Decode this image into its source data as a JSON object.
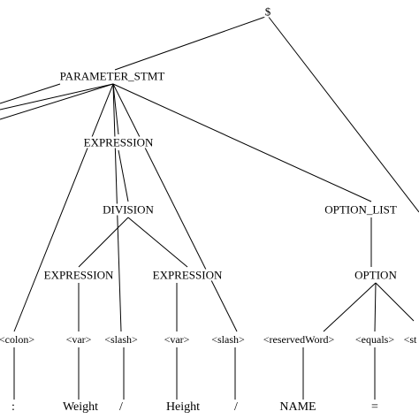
{
  "diagram": {
    "nodes": [
      {
        "id": "root",
        "label": "$",
        "kind": "root"
      },
      {
        "id": "param",
        "label": "PARAMETER_STMT",
        "kind": "nonterminal"
      },
      {
        "id": "expr1",
        "label": "EXPRESSION",
        "kind": "nonterminal"
      },
      {
        "id": "division",
        "label": "DIVISION",
        "kind": "nonterminal"
      },
      {
        "id": "expr2",
        "label": "EXPRESSION",
        "kind": "nonterminal"
      },
      {
        "id": "expr3",
        "label": "EXPRESSION",
        "kind": "nonterminal"
      },
      {
        "id": "optlist",
        "label": "OPTION_LIST",
        "kind": "nonterminal"
      },
      {
        "id": "option",
        "label": "OPTION",
        "kind": "nonterminal"
      },
      {
        "id": "tk_colon",
        "label": "<colon>",
        "kind": "token"
      },
      {
        "id": "tk_var1",
        "label": "<var>",
        "kind": "token"
      },
      {
        "id": "tk_slash1",
        "label": "<slash>",
        "kind": "token"
      },
      {
        "id": "tk_var2",
        "label": "<var>",
        "kind": "token"
      },
      {
        "id": "tk_slash2",
        "label": "<slash>",
        "kind": "token"
      },
      {
        "id": "tk_reserved",
        "label": "<reservedWord>",
        "kind": "token"
      },
      {
        "id": "tk_equals",
        "label": "<equals>",
        "kind": "token"
      },
      {
        "id": "tk_st",
        "label": "<st",
        "kind": "token"
      },
      {
        "id": "t_colon",
        "label": ":",
        "kind": "terminal"
      },
      {
        "id": "t_weight",
        "label": "Weight",
        "kind": "terminal"
      },
      {
        "id": "t_slash1",
        "label": "/",
        "kind": "terminal"
      },
      {
        "id": "t_height",
        "label": "Height",
        "kind": "terminal"
      },
      {
        "id": "t_slash2",
        "label": "/",
        "kind": "terminal"
      },
      {
        "id": "t_name",
        "label": "NAME",
        "kind": "terminal"
      },
      {
        "id": "t_equals",
        "label": "=",
        "kind": "terminal"
      }
    ],
    "edges": [
      {
        "from": "root",
        "to": "param"
      },
      {
        "from": "root",
        "to": "offscreen_right"
      },
      {
        "from": "param",
        "to": "offscreen_left_1"
      },
      {
        "from": "param",
        "to": "offscreen_left_2"
      },
      {
        "from": "param",
        "to": "offscreen_left_3"
      },
      {
        "from": "param",
        "to": "tk_colon"
      },
      {
        "from": "param",
        "to": "expr1"
      },
      {
        "from": "param",
        "to": "tk_slash1"
      },
      {
        "from": "param",
        "to": "tk_slash2"
      },
      {
        "from": "param",
        "to": "optlist"
      },
      {
        "from": "expr1",
        "to": "division"
      },
      {
        "from": "division",
        "to": "expr2"
      },
      {
        "from": "division",
        "to": "expr3"
      },
      {
        "from": "expr2",
        "to": "tk_var1"
      },
      {
        "from": "expr3",
        "to": "tk_var2"
      },
      {
        "from": "optlist",
        "to": "option"
      },
      {
        "from": "option",
        "to": "tk_reserved"
      },
      {
        "from": "option",
        "to": "tk_equals"
      },
      {
        "from": "option",
        "to": "tk_st"
      },
      {
        "from": "tk_colon",
        "to": "t_colon"
      },
      {
        "from": "tk_var1",
        "to": "t_weight"
      },
      {
        "from": "tk_slash1",
        "to": "t_slash1"
      },
      {
        "from": "tk_var2",
        "to": "t_height"
      },
      {
        "from": "tk_slash2",
        "to": "t_slash2"
      },
      {
        "from": "tk_reserved",
        "to": "t_name"
      },
      {
        "from": "tk_equals",
        "to": "t_equals"
      }
    ]
  }
}
